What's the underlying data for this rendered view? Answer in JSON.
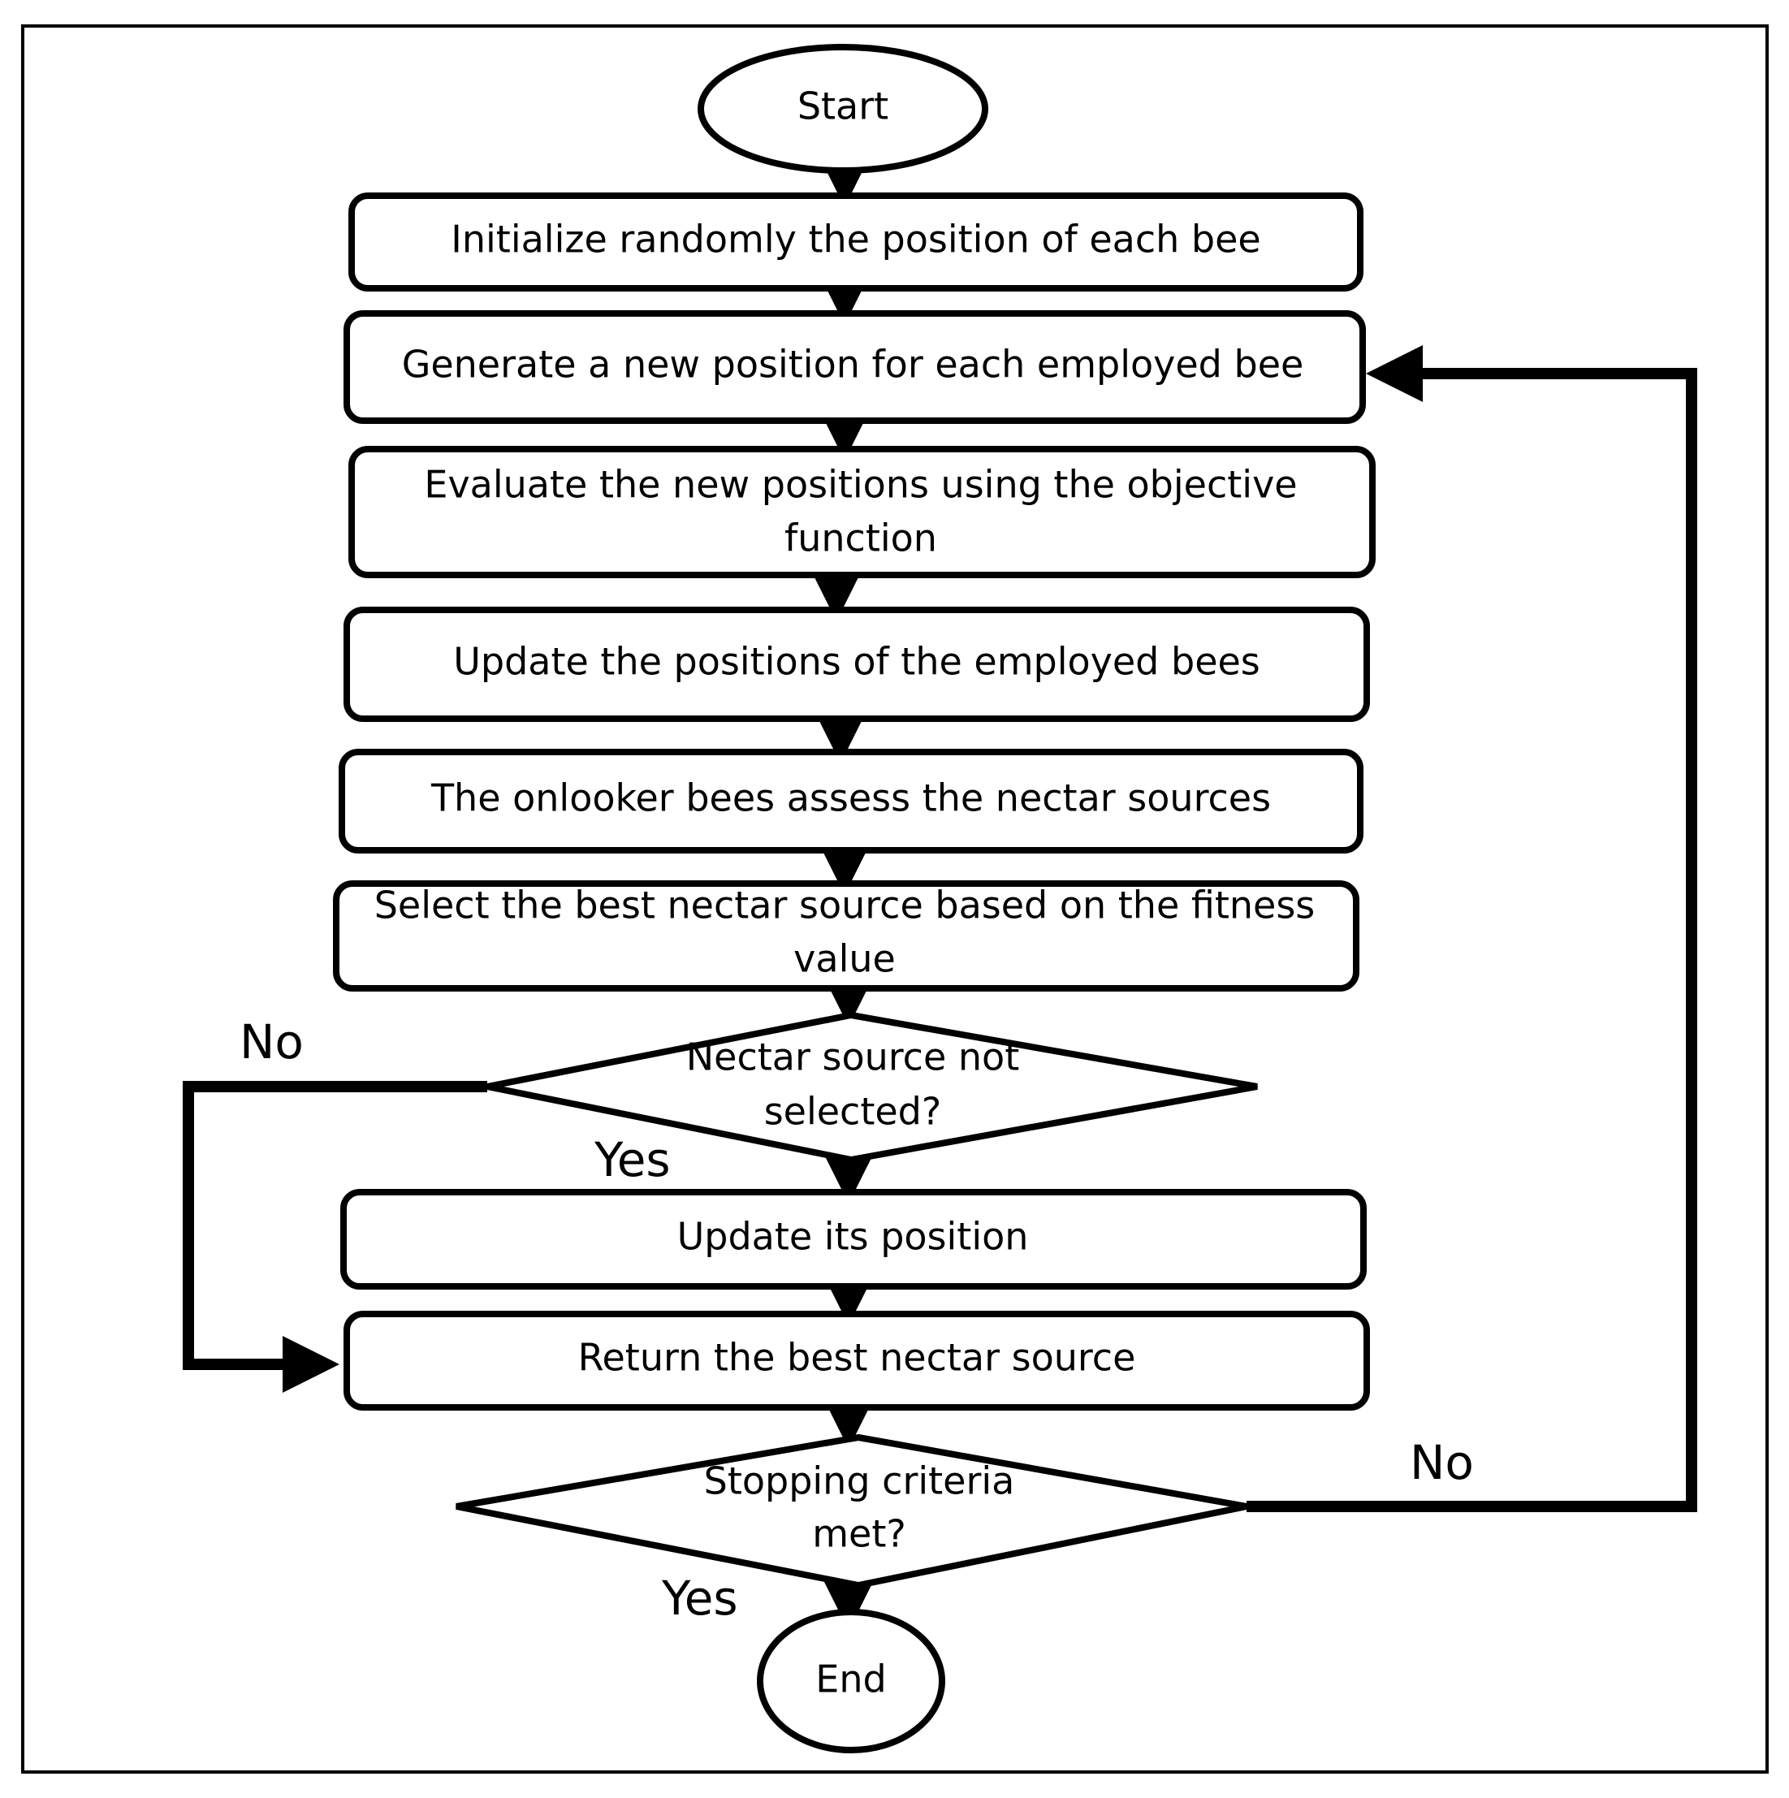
{
  "colors": {
    "background": "#ffffff",
    "stroke": "#000000",
    "text": "#000000"
  },
  "nodes": {
    "start": "Start",
    "initialize": "Initialize randomly the position of each bee",
    "generate": "Generate a new position for each employed bee",
    "evaluate": [
      "Evaluate the new positions using the objective",
      "function"
    ],
    "update_employed": "Update the positions of the employed bees",
    "onlooker": "The onlooker bees assess the nectar sources",
    "select_best": [
      "Select the best nectar source based on the fitness",
      "value"
    ],
    "decision_nectar": [
      "Nectar source not",
      "selected?"
    ],
    "update_position": "Update its position",
    "return_best": "Return the best nectar source",
    "decision_stop": [
      "Stopping criteria",
      "met?"
    ],
    "end": "End"
  },
  "edge_labels": {
    "nectar_no": "No",
    "nectar_yes": "Yes",
    "stop_no": "No",
    "stop_yes": "Yes"
  }
}
